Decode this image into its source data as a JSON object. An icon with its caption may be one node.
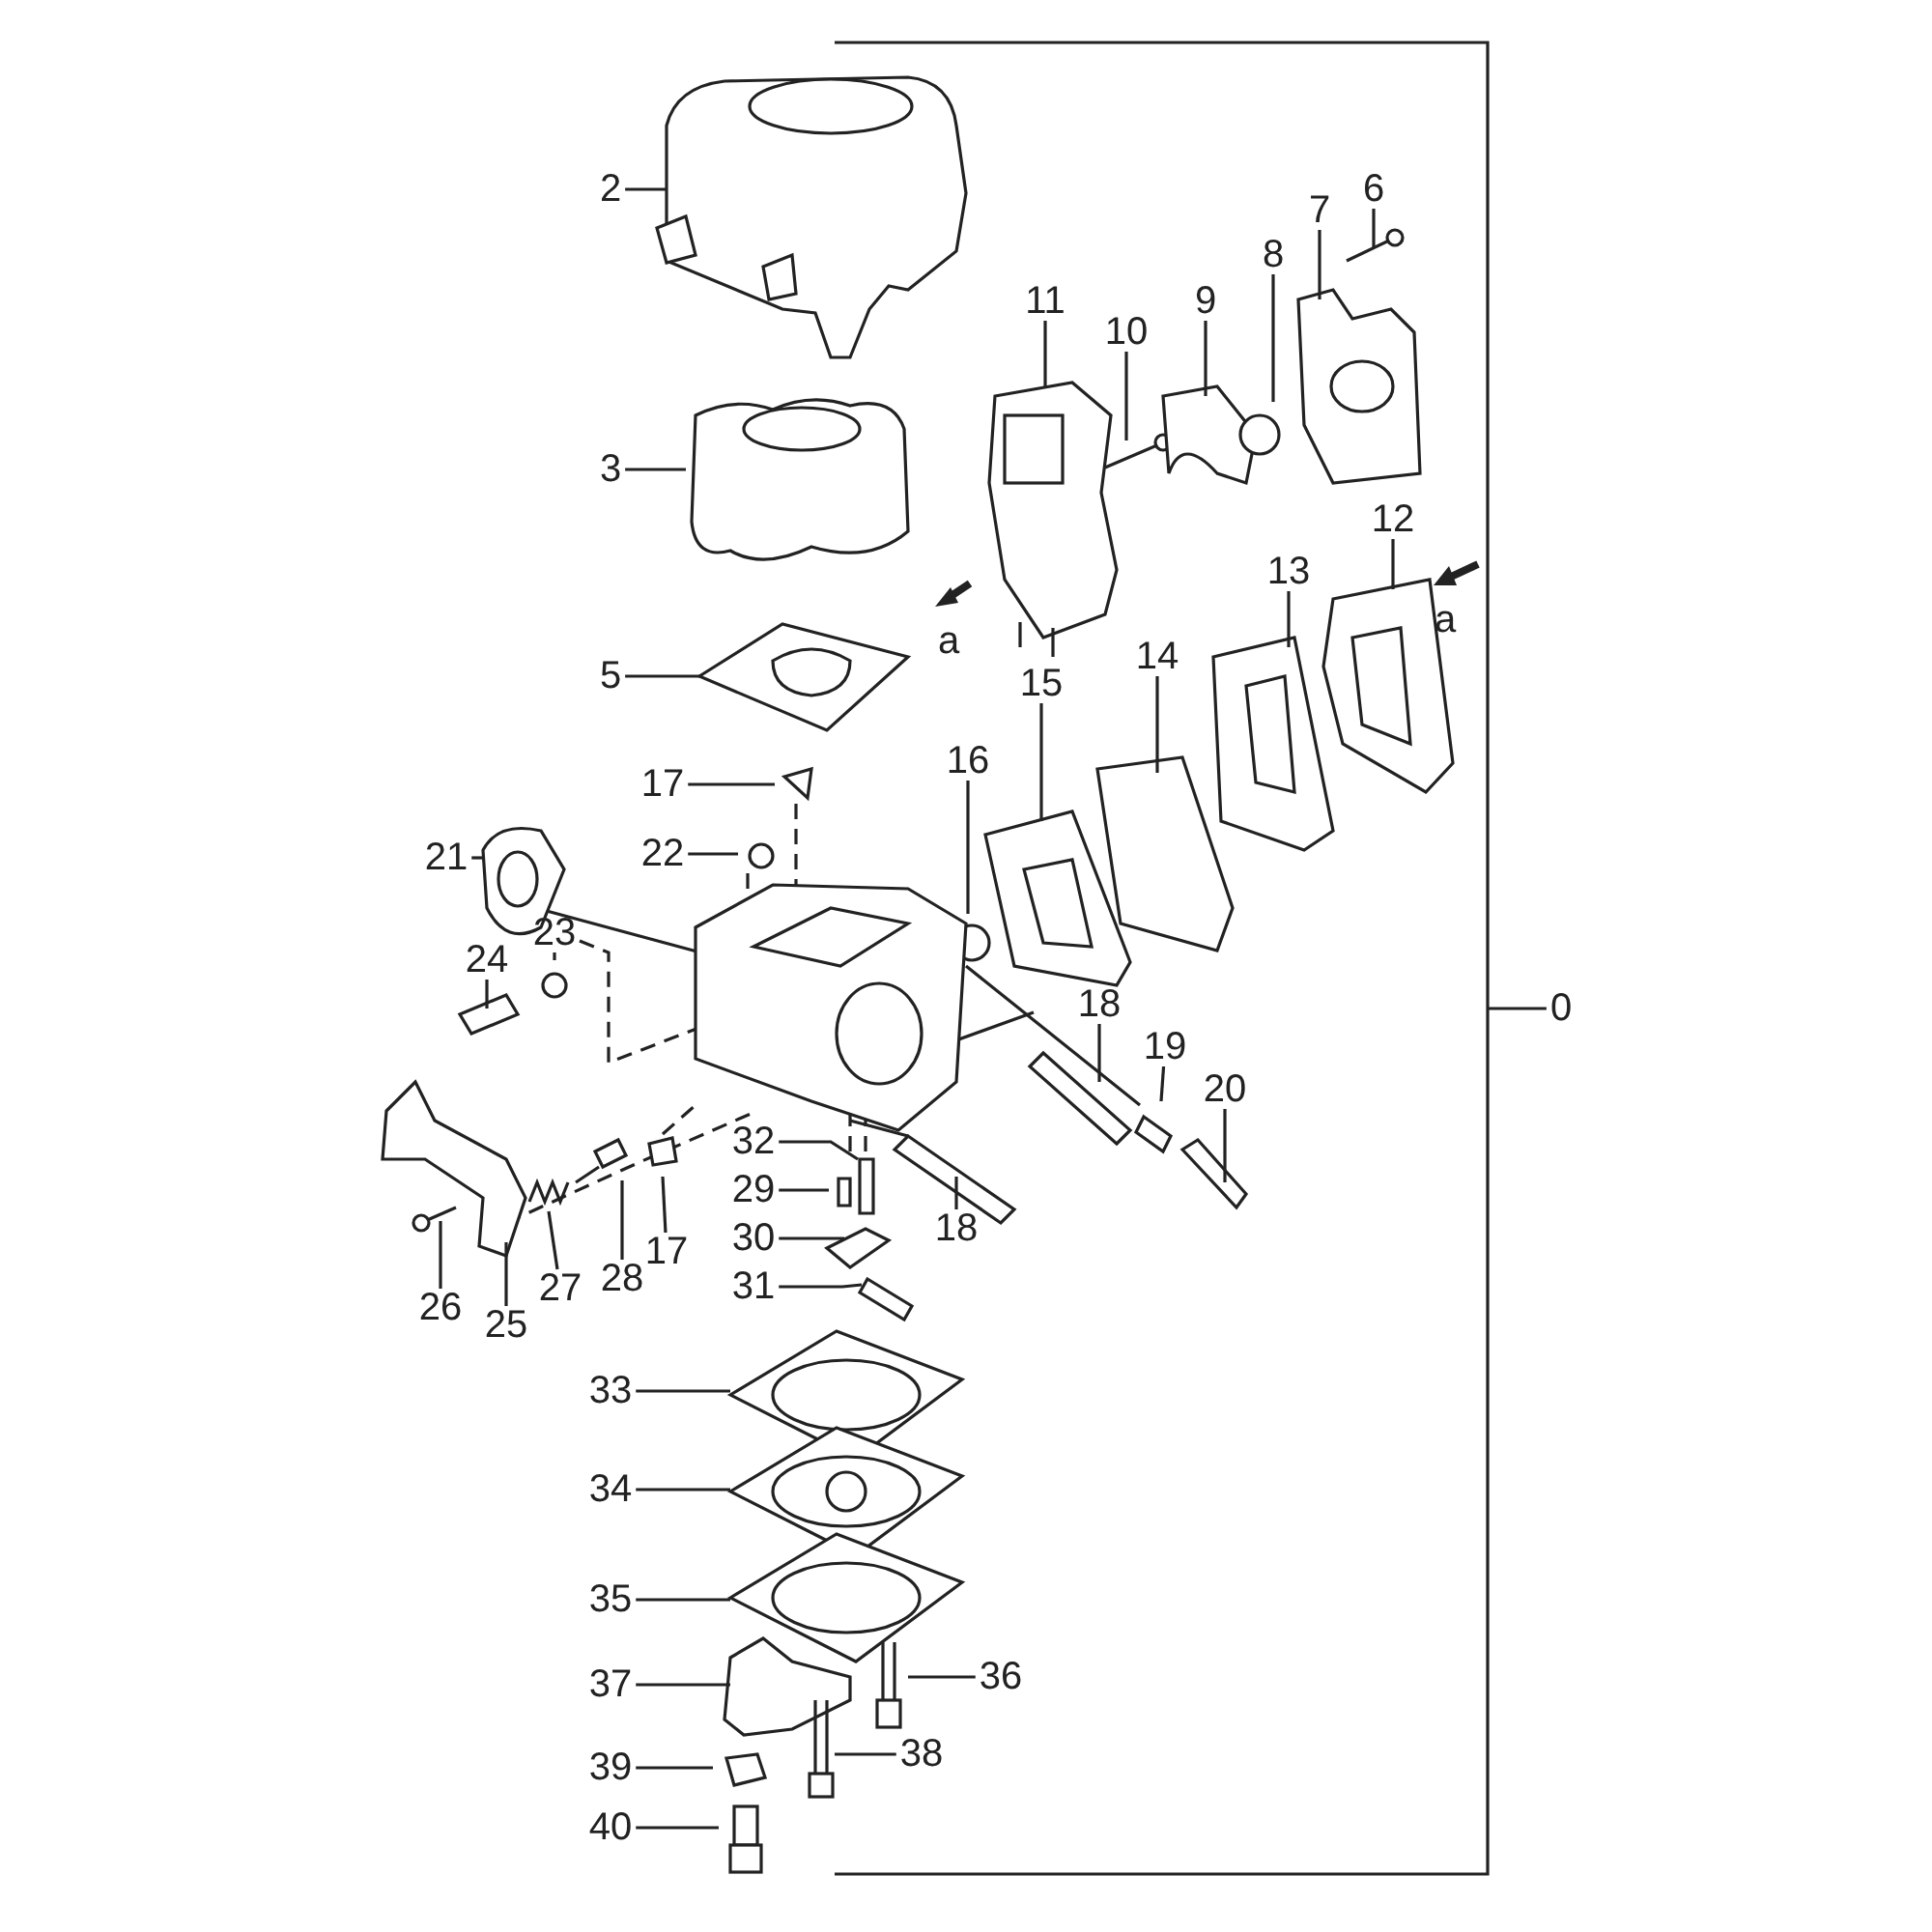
{
  "diagram": {
    "nodes": [
      {
        "text": [
          "2"
        ]
      },
      {
        "text": [
          "11"
        ]
      },
      {
        "text": [
          "10"
        ]
      },
      {
        "text": [
          "9"
        ]
      },
      {
        "text": [
          "8"
        ]
      },
      {
        "text": [
          "7"
        ]
      },
      {
        "text": [
          "6"
        ]
      },
      {
        "text": [
          "3"
        ]
      },
      {
        "text": [
          "12"
        ]
      },
      {
        "text": [
          "13"
        ]
      },
      {
        "text": [
          "5"
        ]
      },
      {
        "text": [
          "14"
        ]
      },
      {
        "text": [
          "15"
        ]
      },
      {
        "text": [
          "16"
        ]
      },
      {
        "text": [
          "17"
        ]
      },
      {
        "text": [
          "22"
        ]
      },
      {
        "text": [
          "21"
        ]
      },
      {
        "text": [
          "23"
        ]
      },
      {
        "text": [
          "24"
        ]
      },
      {
        "text": [
          "18"
        ]
      },
      {
        "text": [
          "0"
        ]
      },
      {
        "text": [
          "19"
        ]
      },
      {
        "text": [
          "20"
        ]
      },
      {
        "text": [
          "32"
        ]
      },
      {
        "text": [
          "29"
        ]
      },
      {
        "text": [
          "17"
        ]
      },
      {
        "text": [
          "18"
        ]
      },
      {
        "text": [
          "30"
        ]
      },
      {
        "text": [
          "28"
        ]
      },
      {
        "text": [
          "31"
        ]
      },
      {
        "text": [
          "27"
        ]
      },
      {
        "text": [
          "26"
        ]
      },
      {
        "text": [
          "25"
        ]
      },
      {
        "text": [
          "33"
        ]
      },
      {
        "text": [
          "34"
        ]
      },
      {
        "text": [
          "35"
        ]
      },
      {
        "text": [
          "36"
        ]
      },
      {
        "text": [
          "37"
        ]
      },
      {
        "text": [
          "38"
        ]
      },
      {
        "text": [
          "39"
        ]
      },
      {
        "text": [
          "40"
        ]
      }
    ],
    "edges": [
      {
        "from": 0,
        "to": null,
        "arrow": "none"
      },
      {
        "from": 1,
        "to": null,
        "arrow": "none"
      },
      {
        "from": 2,
        "to": null,
        "arrow": "none"
      },
      {
        "from": 3,
        "to": null,
        "arrow": "none"
      },
      {
        "from": 4,
        "to": null,
        "arrow": "none"
      },
      {
        "from": 5,
        "to": null,
        "arrow": "none"
      },
      {
        "from": 6,
        "to": null,
        "arrow": "none"
      },
      {
        "from": 7,
        "to": null,
        "arrow": "none"
      },
      {
        "from": 8,
        "to": null,
        "arrow": "none"
      },
      {
        "from": 9,
        "to": null,
        "arrow": "none"
      },
      {
        "from": 10,
        "to": null,
        "arrow": "none"
      },
      {
        "from": 11,
        "to": null,
        "arrow": "none"
      },
      {
        "from": 12,
        "to": null,
        "arrow": "none"
      },
      {
        "from": 13,
        "to": null,
        "arrow": "none"
      },
      {
        "from": 14,
        "to": null,
        "arrow": "none"
      },
      {
        "from": 15,
        "to": null,
        "arrow": "none"
      },
      {
        "from": 16,
        "to": null,
        "arrow": "none"
      },
      {
        "from": 17,
        "to": null,
        "arrow": "none"
      },
      {
        "from": 18,
        "to": null,
        "arrow": "none"
      },
      {
        "from": 19,
        "to": null,
        "arrow": "none"
      },
      {
        "from": 20,
        "to": null,
        "arrow": "none"
      },
      {
        "from": 21,
        "to": null,
        "arrow": "none"
      },
      {
        "from": 22,
        "to": null,
        "arrow": "none"
      },
      {
        "from": 23,
        "to": null,
        "arrow": "none"
      },
      {
        "from": 24,
        "to": null,
        "arrow": "none"
      },
      {
        "from": 25,
        "to": null,
        "arrow": "none"
      },
      {
        "from": 26,
        "to": null,
        "arrow": "none"
      },
      {
        "from": 27,
        "to": null,
        "arrow": "none"
      },
      {
        "from": 28,
        "to": null,
        "arrow": "none"
      },
      {
        "from": 29,
        "to": null,
        "arrow": "none"
      },
      {
        "from": 30,
        "to": null,
        "arrow": "none"
      },
      {
        "from": 31,
        "to": null,
        "arrow": "none"
      },
      {
        "from": 32,
        "to": null,
        "arrow": "none"
      },
      {
        "from": 33,
        "to": null,
        "arrow": "none"
      },
      {
        "from": 34,
        "to": null,
        "arrow": "none"
      },
      {
        "from": 35,
        "to": null,
        "arrow": "none"
      },
      {
        "from": 36,
        "to": null,
        "arrow": "none"
      },
      {
        "from": 37,
        "to": null,
        "arrow": "none"
      },
      {
        "from": 38,
        "to": null,
        "arrow": "none"
      },
      {
        "from": 39,
        "to": null,
        "arrow": "none"
      },
      {
        "from": 40,
        "to": null,
        "arrow": "none"
      }
    ],
    "labels": [
      "a",
      "a"
    ]
  }
}
